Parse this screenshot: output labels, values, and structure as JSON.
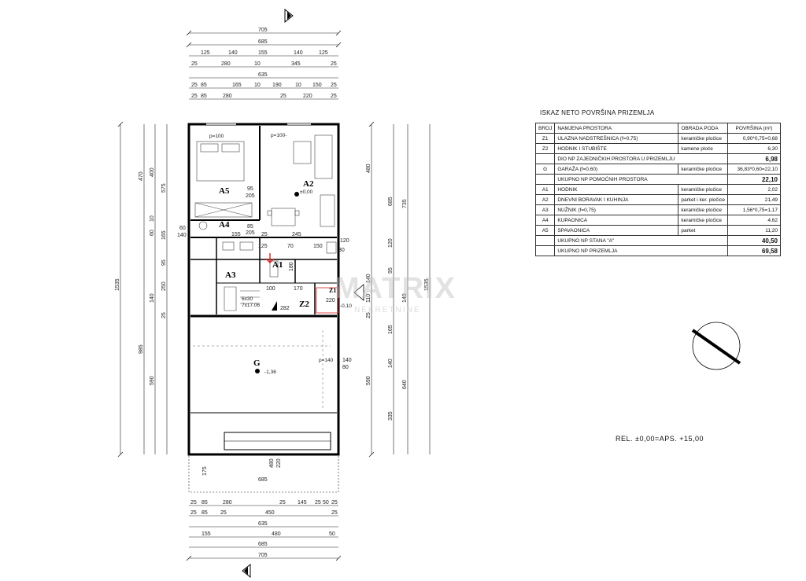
{
  "plan": {
    "rooms": {
      "a1": "A1",
      "a2": "A2",
      "a3": "A3",
      "a4": "A4",
      "a5": "A5",
      "z2": "Z2",
      "z1": "Z1",
      "g": "G"
    },
    "levels": {
      "a2": "±0,00",
      "g": "-1,36",
      "z1": "-0,10"
    },
    "annotations": {
      "p100a": "p=100",
      "p100b": "p=100-",
      "p140": "p=140",
      "stairs": "6x30",
      "stairs2": "7x17.06"
    },
    "dims_top": {
      "r1": "705",
      "r2": "685",
      "r3": [
        "125",
        "140",
        "155",
        "140",
        "125"
      ],
      "r4": [
        "25",
        "280",
        "10",
        "345",
        "25"
      ],
      "r5": "635",
      "r6": [
        "25",
        "85",
        "165",
        "10",
        "190",
        "10",
        "150",
        "25"
      ],
      "r7": [
        "25",
        "85",
        "280",
        "25",
        "220",
        "25"
      ]
    },
    "dims_bottom": {
      "r1": [
        "25",
        "85",
        "280",
        "25",
        "145",
        "25",
        "50",
        "25"
      ],
      "r2": [
        "25",
        "85",
        "25",
        "450",
        "25"
      ],
      "r3": "635",
      "r4": [
        "155",
        "480",
        "50"
      ],
      "r5": "685",
      "r6": "705",
      "frame": [
        "175",
        "685",
        "480",
        "220"
      ]
    },
    "dims_left": {
      "outer": "1535",
      "col2": [
        "470",
        "985"
      ],
      "col3": [
        "400",
        "60",
        "10",
        "140",
        "590"
      ],
      "col4": [
        "575",
        "165",
        "95",
        "250",
        "25"
      ]
    },
    "dims_right": {
      "outer": "1535",
      "col1": [
        "480",
        "685",
        "120",
        "95",
        "165",
        "140",
        "335"
      ],
      "col2": [
        "735",
        "140",
        "640"
      ],
      "col3": [
        "590",
        "25",
        "110",
        "140"
      ]
    },
    "inner_dims": [
      "95",
      "205",
      "85",
      "205",
      "155",
      "25",
      "245",
      "125",
      "70",
      "150",
      "120",
      "100",
      "170",
      "282",
      "220",
      "140",
      "80",
      "60",
      "140",
      "180",
      "30"
    ]
  },
  "table": {
    "title": "ISKAZ NETO POVRŠINA PRIZEMLJA",
    "headers": [
      "BROJ",
      "NAMJENA PROSTORA",
      "OBRADA PODA",
      "POVRŠINA (m²)"
    ],
    "rows": [
      [
        "Z1",
        "ULAZNA NADSTREŠNICA (f=0,75)",
        "keramičke pločice",
        "0,90*0,75=0,68"
      ],
      [
        "Z2",
        "HODNIK I STUBIŠTE",
        "kamene ploče",
        "6,30"
      ],
      [
        "",
        "DIO NP ZAJEDNIČKIH PROSTORA U PRIZEMLJU",
        "",
        "6,98"
      ],
      [
        "G",
        "GARAŽA (f=0,60)",
        "keramičke pločice",
        "36,83*0,60=22,10"
      ],
      [
        "",
        "UKUPNO NP POMOĆNIH PROSTORA",
        "",
        "22,10"
      ],
      [
        "A1",
        "HODNIK",
        "keramičke pločice",
        "2,02"
      ],
      [
        "A2",
        "DNEVNI BORAVAK I KUHINJA",
        "parket i ker. pločice",
        "21,49"
      ],
      [
        "A3",
        "NUŽNIK (f=0,75)",
        "keramičke pločice",
        "1,56*0,75=1,17"
      ],
      [
        "A4",
        "KUPAONICA",
        "keramičke pločice",
        "4,62"
      ],
      [
        "A5",
        "SPAVAONICA",
        "parket",
        "11,20"
      ],
      [
        "",
        "UKUPNO NP STANA \"A\"",
        "",
        "40,50"
      ],
      [
        "",
        "UKUPNO NP PRIZEMLJA",
        "",
        "69,58"
      ]
    ]
  },
  "note": "REL. ±0,00=APS. +15,00",
  "watermark": {
    "main": "MATRIX",
    "sub": "NEKRETNINE"
  }
}
